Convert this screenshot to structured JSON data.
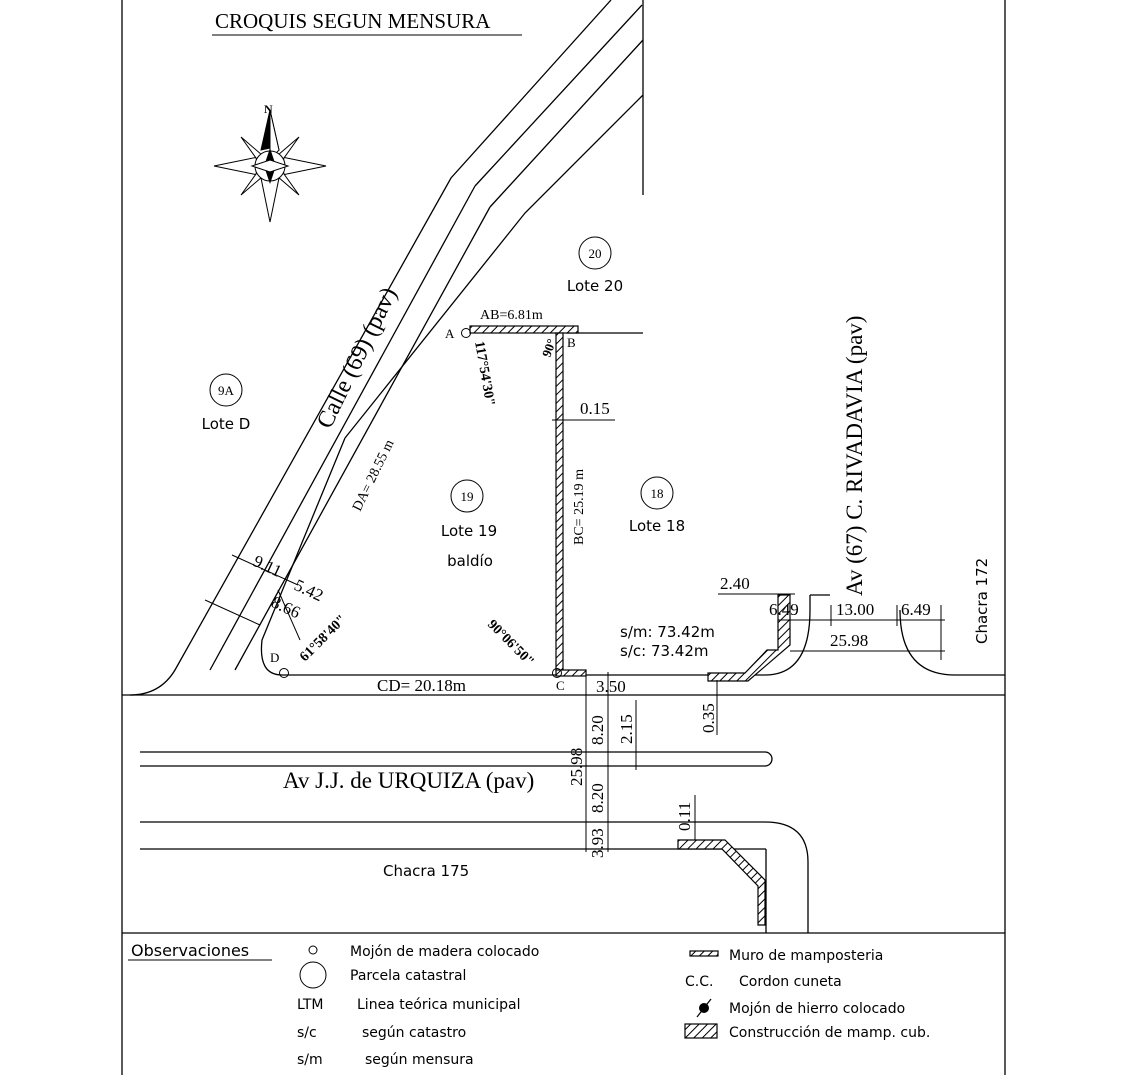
{
  "title": "CROQUIS SEGUN MENSURA",
  "compass": {
    "north_label": "N"
  },
  "streets": {
    "calle69": "Calle (69) (pav)",
    "rivadavia": "Av (67) C. RIVADAVIA (pav)",
    "urquiza": "Av J.J. de URQUIZA (pav)"
  },
  "parcels": [
    {
      "number": "20",
      "name": "Lote 20"
    },
    {
      "number": "9A",
      "name": "Lote D"
    },
    {
      "number": "19",
      "name": "Lote 19"
    },
    {
      "number": "18",
      "name": "Lote 18"
    }
  ],
  "baldio": "baldío",
  "chacras": {
    "c172": "Chacra 172",
    "c175": "Chacra 175"
  },
  "vertices": {
    "a": "A",
    "b": "B",
    "c": "C",
    "d": "D"
  },
  "sides": {
    "ab": "AB=6.81m",
    "bc": "BC= 25.19 m",
    "cd": "CD= 20.18m",
    "da": "DA= 28.55 m"
  },
  "angles": {
    "a": "117°54'30\"",
    "b": "90°",
    "c": "90°06'50\"",
    "d": "61°58'40\""
  },
  "dims": {
    "wall": "0.15",
    "d911": "9.11",
    "d542": "5.42",
    "d866": "8.66",
    "d240": "2.40",
    "d649a": "6.49",
    "d1300": "13.00",
    "d649b": "6.49",
    "d2598h": "25.98",
    "d350": "3.50",
    "d035": "0.35",
    "d820a": "8.20",
    "d215": "2.15",
    "d2598v": "25.98",
    "d820b": "8.20",
    "d011": "0.11",
    "d393": "3.93"
  },
  "areas": {
    "sm": "s/m:  73.42m",
    "sc": "s/c:  73.42m"
  },
  "legend": {
    "heading": "Observaciones",
    "items": [
      {
        "symbol": "",
        "text": "Mojón de madera colocado"
      },
      {
        "symbol": "",
        "text": "Parcela catastral"
      },
      {
        "symbol": "LTM",
        "text": "Linea teórica municipal"
      },
      {
        "symbol": "s/c",
        "text": "según catastro"
      },
      {
        "symbol": "s/m",
        "text": "según mensura"
      },
      {
        "symbol": "",
        "text": "Muro de mamposteria"
      },
      {
        "symbol": "C.C.",
        "text": "Cordon cuneta"
      },
      {
        "symbol": "",
        "text": "Mojón de hierro colocado"
      },
      {
        "symbol": "",
        "text": "Construcción de mamp. cub."
      }
    ]
  }
}
